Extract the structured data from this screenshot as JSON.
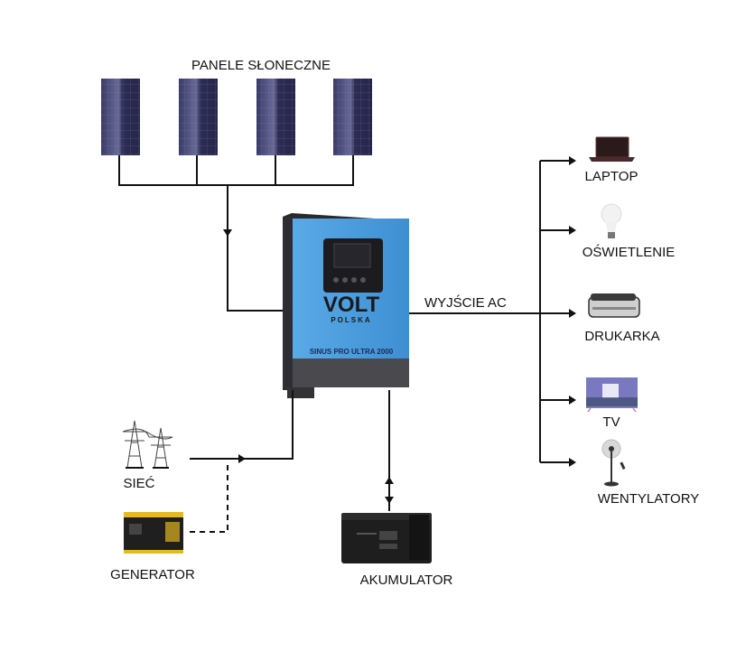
{
  "title": "Schemat podłączenia falownika",
  "solar": {
    "label": "PANELE SŁONECZNE",
    "panel_count": 4
  },
  "inverter": {
    "brand": "VOLT",
    "brand_sub": "POLSKA",
    "model": "SINUS PRO ULTRA 2000",
    "body_color": "#4a9ee0",
    "icon": "inverter-icon"
  },
  "output": {
    "label": "WYJŚCIE AC"
  },
  "loads": [
    {
      "label": "LAPTOP",
      "icon": "laptop-icon"
    },
    {
      "label": "OŚWIETLENIE",
      "icon": "light-bulb-icon"
    },
    {
      "label": "DRUKARKA",
      "icon": "printer-icon"
    },
    {
      "label": "TV",
      "icon": "tv-icon"
    },
    {
      "label": "WENTYLATORY",
      "icon": "fan-icon"
    }
  ],
  "sources": {
    "grid": {
      "label": "SIEĆ",
      "icon": "power-pylon-icon"
    },
    "generator": {
      "label": "GENERATOR",
      "icon": "generator-icon"
    }
  },
  "battery": {
    "label": "AKUMULATOR",
    "icon": "battery-icon"
  }
}
